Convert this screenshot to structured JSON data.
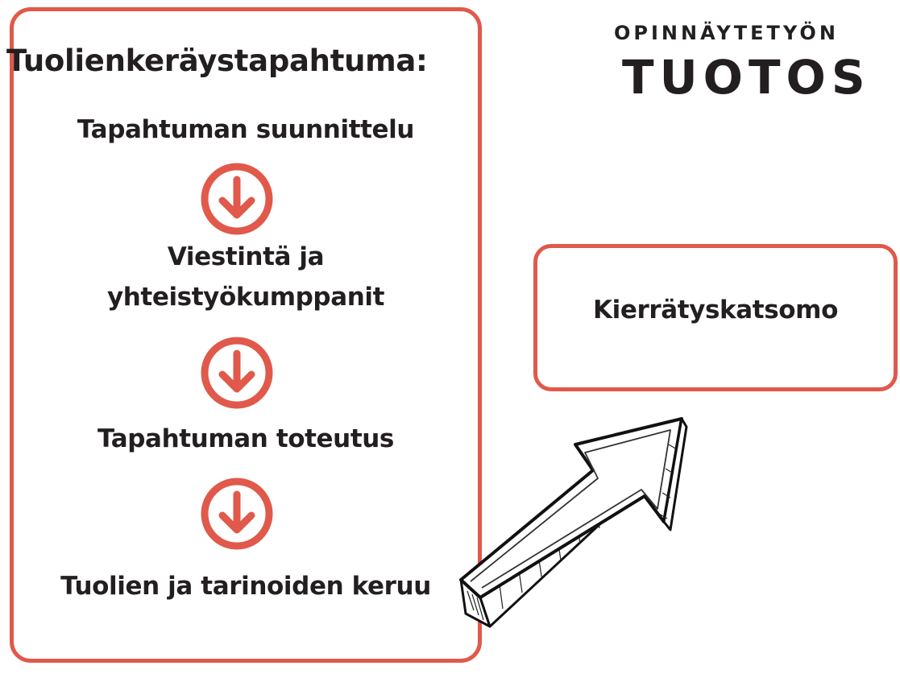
{
  "colors": {
    "accent": "#e0594b",
    "text": "#231f20"
  },
  "header": {
    "small": "OPINNÄYTETYÖN",
    "big": "TUOTOS"
  },
  "process": {
    "title": "Tuolienkeräystapahtuma:",
    "steps": [
      {
        "label": "Tapahtuman suunnittelu"
      },
      {
        "label_line1": "Viestintä ja",
        "label_line2": "yhteistyökumppanit"
      },
      {
        "label": "Tapahtuman toteutus"
      },
      {
        "label": "Tuolien ja tarinoiden keruu"
      }
    ],
    "connector_icon": "circle-arrow-down-icon"
  },
  "output": {
    "label": "Kierrätyskatsomo"
  },
  "link_icon": "sketch-arrow-up-right-icon"
}
